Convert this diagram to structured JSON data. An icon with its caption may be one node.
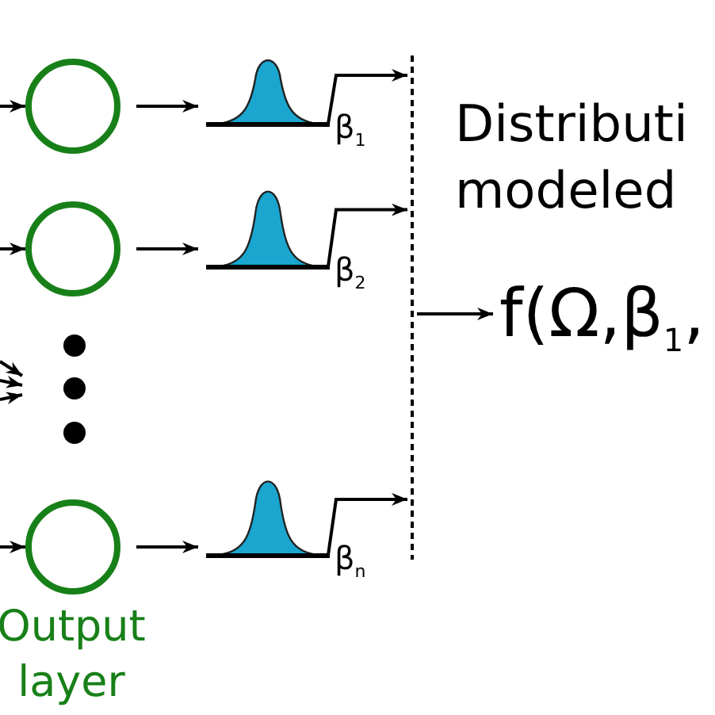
{
  "diagram": {
    "nodes": [
      {
        "text": [],
        "shape": "circle"
      },
      {
        "text": [],
        "shape": "bell",
        "beside": [
          "β$_{1}$"
        ]
      },
      {
        "text": [],
        "shape": "circle"
      },
      {
        "text": [],
        "shape": "bell",
        "beside": [
          "β$_{2}$"
        ]
      },
      {
        "text": [],
        "shape": "circle"
      },
      {
        "text": [],
        "shape": "bell",
        "beside": [
          "β$_{n}$"
        ]
      },
      {
        "text": [],
        "shape": "bar"
      },
      {
        "text": [
          "f(Ω,β$_{1}$,"
        ]
      }
    ],
    "edges": [
      {
        "from": null,
        "to": 0,
        "arrow": "to"
      },
      {
        "from": null,
        "to": 2,
        "arrow": "to"
      },
      {
        "from": null,
        "to": 4,
        "arrow": "to"
      },
      {
        "from": 0,
        "to": 1,
        "arrow": "to"
      },
      {
        "from": 2,
        "to": 3,
        "arrow": "to"
      },
      {
        "from": 4,
        "to": 5,
        "arrow": "to"
      },
      {
        "from": 1,
        "to": 6,
        "arrow": "to"
      },
      {
        "from": 3,
        "to": 6,
        "arrow": "to"
      },
      {
        "from": 5,
        "to": 6,
        "arrow": "to"
      },
      {
        "from": 6,
        "to": 7,
        "arrow": "to"
      }
    ],
    "labels": [
      "Distributi modeled",
      "Output layer"
    ]
  }
}
